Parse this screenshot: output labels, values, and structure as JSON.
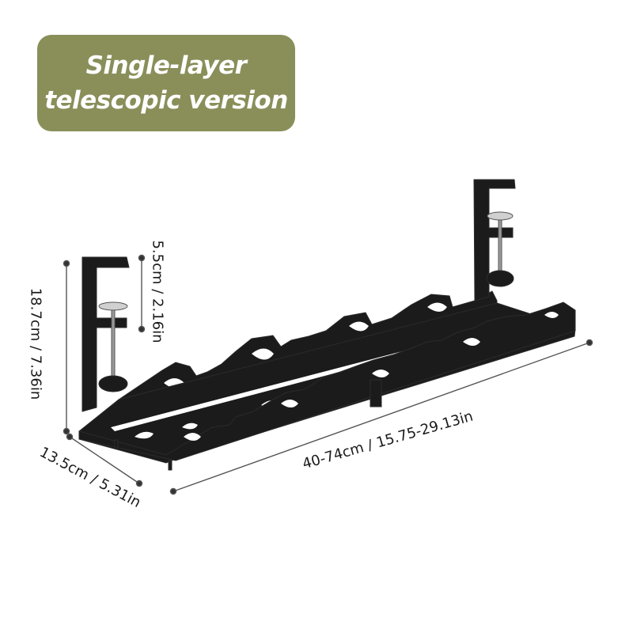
{
  "badge": {
    "line1": "Single-layer",
    "line2": "telescopic version",
    "color": "#8a8f5a"
  },
  "dimensions": {
    "clamp_opening": "5.5cm / 2.16in",
    "height": "18.7cm / 7.36in",
    "depth": "13.5cm / 5.31in",
    "length": "40-74cm / 15.75-29.13in"
  },
  "product": {
    "name": "under-desk-cable-tray",
    "color": "#1b1b1b"
  }
}
